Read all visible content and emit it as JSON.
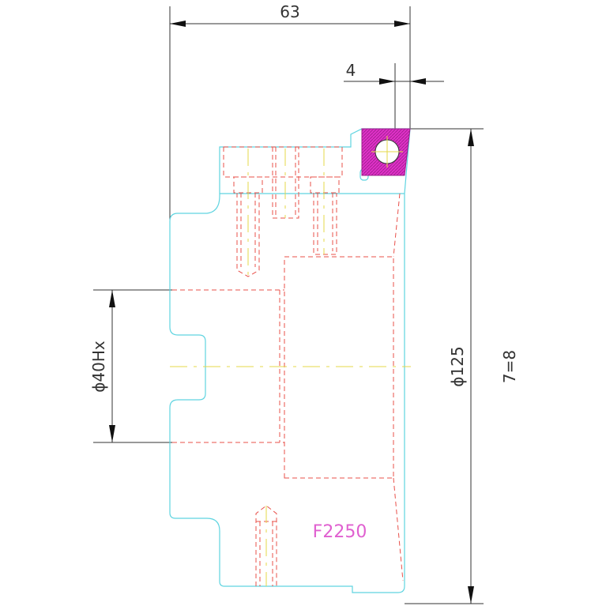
{
  "dimensions": {
    "width_top": "63",
    "offset_top": "4",
    "bore_left": "ϕ40Hx",
    "outer_diameter": "ϕ125",
    "teeth_spec": "7=8"
  },
  "part_label": "F2250",
  "colors": {
    "outline": "#5fd4e0",
    "hidden": "#e8504a",
    "center": "#e6d84a",
    "dimension": "#333333",
    "highlight": "#e030c8",
    "label": "#e060d0"
  }
}
